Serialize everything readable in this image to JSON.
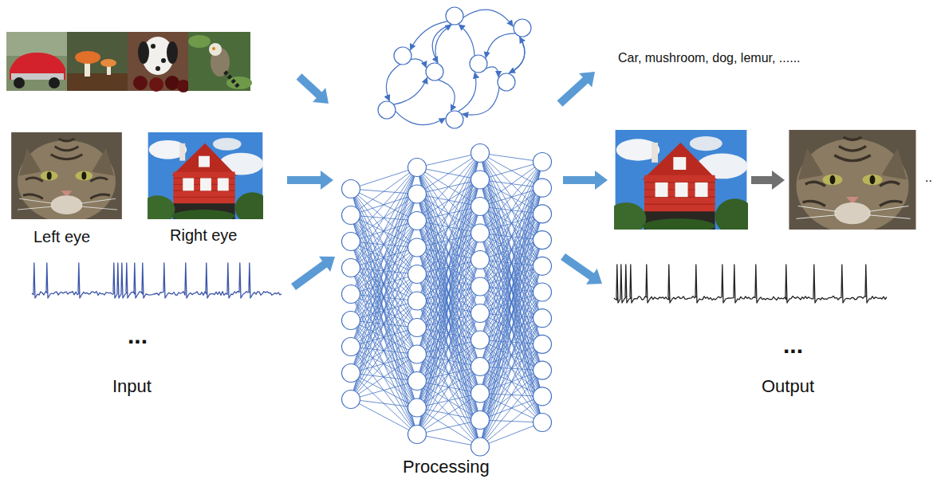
{
  "diagram": {
    "labels": [
      "Car, mushroom, dog, lemur, ......",
      "Left eye",
      "Right eye",
      "...",
      "Input",
      "Processing",
      "...",
      "Output",
      ".."
    ]
  }
}
